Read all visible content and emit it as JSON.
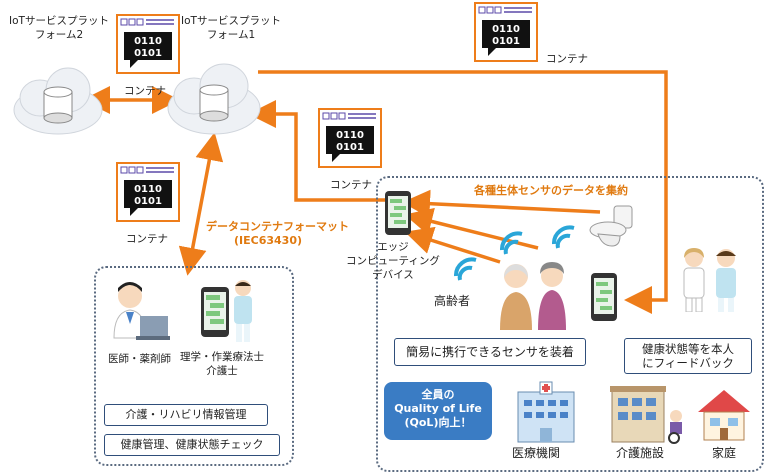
{
  "platforms": {
    "platform2": "IoTサービスプラット\nフォーム2",
    "platform1": "IoTサービスプラット\nフォーム1"
  },
  "container_label": "コンテナ",
  "container_code": [
    "0110",
    "0101"
  ],
  "format_label": "データコンテナフォーマット",
  "format_standard": "(IEC63430)",
  "aggregate_label": "各種生体センサのデータを集約",
  "edge_device": "エッジ\nコンピューティング\nデバイス",
  "elderly": "高齢者",
  "sensor_note": "簡易に携行できるセンサを装着",
  "feedback_note": "健康状態等を本人\nにフィードバック",
  "roles": {
    "doctor": "医師・薬剤師",
    "therapist": "理学・作業療法士\n介護士"
  },
  "care_mgmt": "介護・リハビリ情報管理",
  "health_mgmt": "健康管理、健康状態チェック",
  "qol": "全員の\nQuality of Life\n(QoL)向上！",
  "facilities": {
    "hospital": "医療機関",
    "care": "介護施設",
    "home": "家庭"
  },
  "colors": {
    "arrow": "#ee7d1a",
    "panel_border": "#5a6a80",
    "qol_bg": "#3a7cc4"
  }
}
